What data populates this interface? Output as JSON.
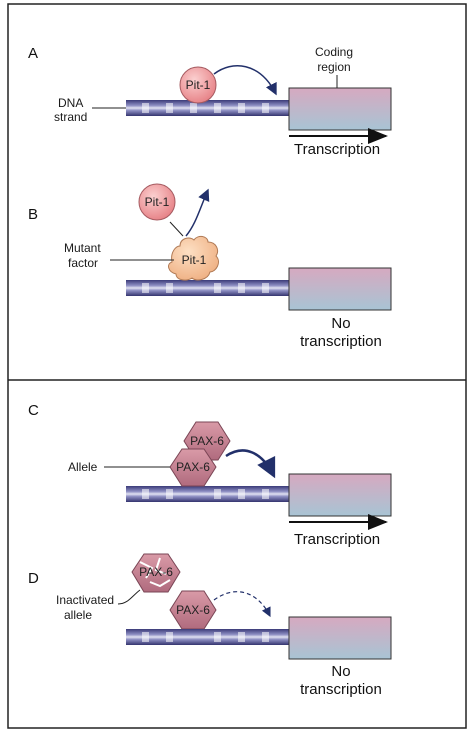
{
  "panels": {
    "a": {
      "letter": "A",
      "factor": "Pit-1",
      "coding_region_line1": "Coding",
      "coding_region_line2": "region",
      "dna_line1": "DNA",
      "dna_line2": "strand",
      "outcome": "Transcription"
    },
    "b": {
      "letter": "B",
      "factor_free": "Pit-1",
      "factor_bound": "Pit-1",
      "mutant_line1": "Mutant",
      "mutant_line2": "factor",
      "outcome_line1": "No",
      "outcome_line2": "transcription"
    },
    "c": {
      "letter": "C",
      "factor_top": "PAX-6",
      "factor_bottom": "PAX-6",
      "allele_label": "Allele",
      "outcome": "Transcription"
    },
    "d": {
      "letter": "D",
      "factor_inactive": "PAX-6",
      "factor_bound": "PAX-6",
      "inactivated_line1": "Inactivated",
      "inactivated_line2": "allele",
      "outcome_line1": "No",
      "outcome_line2": "transcription"
    }
  },
  "colors": {
    "dna_dark": "#3a3a78",
    "dna_mid": "#8f90c4",
    "dna_light": "#d7d8ee",
    "coding_top": "#d6a9c0",
    "coding_bottom": "#a8c4d4",
    "pit1_normal": "#ee8e8e",
    "pit1_mutant": "#f3bf97",
    "pax6": "#c27e8e",
    "arrow": "#22306a"
  }
}
